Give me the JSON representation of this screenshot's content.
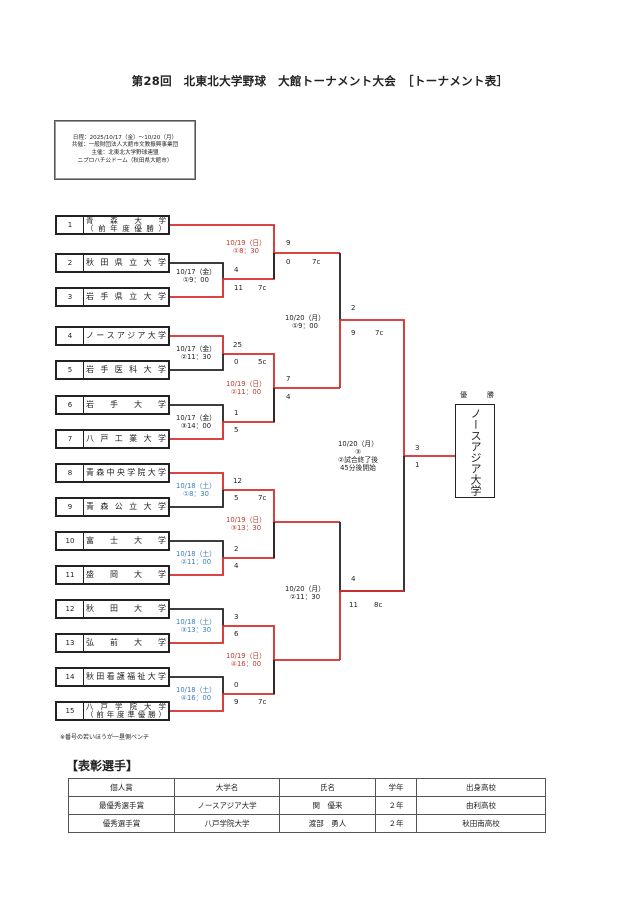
{
  "title": "第28回　北東北大学野球　大館トーナメント大会　［トーナメント表］",
  "info": {
    "lines": [
      "日程：2025/10/17（金）～10/20（月）",
      "共催：一般財団法人大館市文教振興事業団",
      "主催：北東北大学野球連盟",
      "ニプロハチ公ドーム（秋田県大館市）"
    ]
  },
  "teams": [
    {
      "num": "1",
      "line1": "青森大学",
      "line2": "（前年度優勝）"
    },
    {
      "num": "2",
      "line1": "秋田県立大学"
    },
    {
      "num": "3",
      "line1": "岩手県立大学"
    },
    {
      "num": "4",
      "line1": "ノースアジア大学"
    },
    {
      "num": "5",
      "line1": "岩手医科大学"
    },
    {
      "num": "6",
      "line1": "岩手大学"
    },
    {
      "num": "7",
      "line1": "八戸工業大学"
    },
    {
      "num": "8",
      "line1": "青森中央学院大学"
    },
    {
      "num": "9",
      "line1": "青森公立大学"
    },
    {
      "num": "10",
      "line1": "富士大学"
    },
    {
      "num": "11",
      "line1": "盛岡大学"
    },
    {
      "num": "12",
      "line1": "秋田大学"
    },
    {
      "num": "13",
      "line1": "弘前大学"
    },
    {
      "num": "14",
      "line1": "秋田看護福祉大学"
    },
    {
      "num": "15",
      "line1": "八戸学院大学",
      "line2": "（前年度準優勝）"
    }
  ],
  "games": [
    {
      "id": "r1-2v3",
      "date": "10/17（金）",
      "slot": "①9：00",
      "color": "black",
      "scores": [
        "4",
        "11"
      ],
      "innings": "7c"
    },
    {
      "id": "r1-4v5",
      "date": "10/17（金）",
      "slot": "②11：30",
      "color": "black",
      "scores": [
        "25",
        "0"
      ],
      "innings": "5c"
    },
    {
      "id": "r1-6v7",
      "date": "10/17（金）",
      "slot": "③14：00",
      "color": "black",
      "scores": [
        "1",
        "5"
      ],
      "innings": ""
    },
    {
      "id": "r1-8v9",
      "date": "10/18（土）",
      "slot": "①8：30",
      "color": "blue",
      "scores": [
        "12",
        "5"
      ],
      "innings": "7c"
    },
    {
      "id": "r1-10v11",
      "date": "10/18（土）",
      "slot": "②11：00",
      "color": "blue",
      "scores": [
        "2",
        "4"
      ],
      "innings": ""
    },
    {
      "id": "r1-12v13",
      "date": "10/18（土）",
      "slot": "③13：30",
      "color": "blue",
      "scores": [
        "3",
        "6"
      ],
      "innings": ""
    },
    {
      "id": "r1-14v15",
      "date": "10/18（土）",
      "slot": "④16：00",
      "color": "blue",
      "scores": [
        "0",
        "9"
      ],
      "innings": "7c"
    },
    {
      "id": "r2-a",
      "date": "10/19（日）",
      "slot": "①8：30",
      "color": "red",
      "scores": [
        "9",
        "0"
      ],
      "innings": "7c"
    },
    {
      "id": "r2-b",
      "date": "10/19（日）",
      "slot": "②11：00",
      "color": "red",
      "scores": [
        "7",
        "4"
      ],
      "innings": ""
    },
    {
      "id": "r2-c",
      "date": "10/19（日）",
      "slot": "③13：30",
      "color": "red",
      "scores": [
        "",
        ""
      ],
      "innings": ""
    },
    {
      "id": "r2-d",
      "date": "10/19（日）",
      "slot": "④16：00",
      "color": "red",
      "scores": [
        "",
        ""
      ],
      "innings": ""
    },
    {
      "id": "sf-1",
      "date": "10/20（月）",
      "slot": "①9：00",
      "color": "black",
      "scores": [
        "2",
        "9"
      ],
      "innings": "7c"
    },
    {
      "id": "sf-2",
      "date": "10/20（月）",
      "slot": "②11：30",
      "color": "black",
      "scores": [
        "4",
        "11"
      ],
      "innings": "8c"
    },
    {
      "id": "final",
      "date": "10/20（月）",
      "slot": "③",
      "extra1": "②試合終了後",
      "extra2": "45分後開始",
      "color": "black",
      "scores": [
        "3",
        "1"
      ],
      "innings": ""
    }
  ],
  "champion": {
    "label_left": "優",
    "label_right": "勝",
    "name": "ノースアジア大学"
  },
  "note": "※番号の若いほうが一塁側ベンチ",
  "awards": {
    "title": "【表彰選手】",
    "headers": [
      "個人賞",
      "大学名",
      "氏名",
      "学年",
      "出身高校"
    ],
    "rows": [
      [
        "最優秀選手賞",
        "ノースアジア大学",
        "関　優来",
        "２年",
        "由利高校"
      ],
      [
        "優秀選手賞",
        "八戸学院大学",
        "渡部　勇人",
        "２年",
        "秋田南高校"
      ]
    ]
  },
  "colors": {
    "winner_line": "#d42a2a",
    "loser_line": "#222222",
    "day1_text": "#222222",
    "day2_text": "#3a7fbf",
    "day3_text": "#c0392b"
  }
}
